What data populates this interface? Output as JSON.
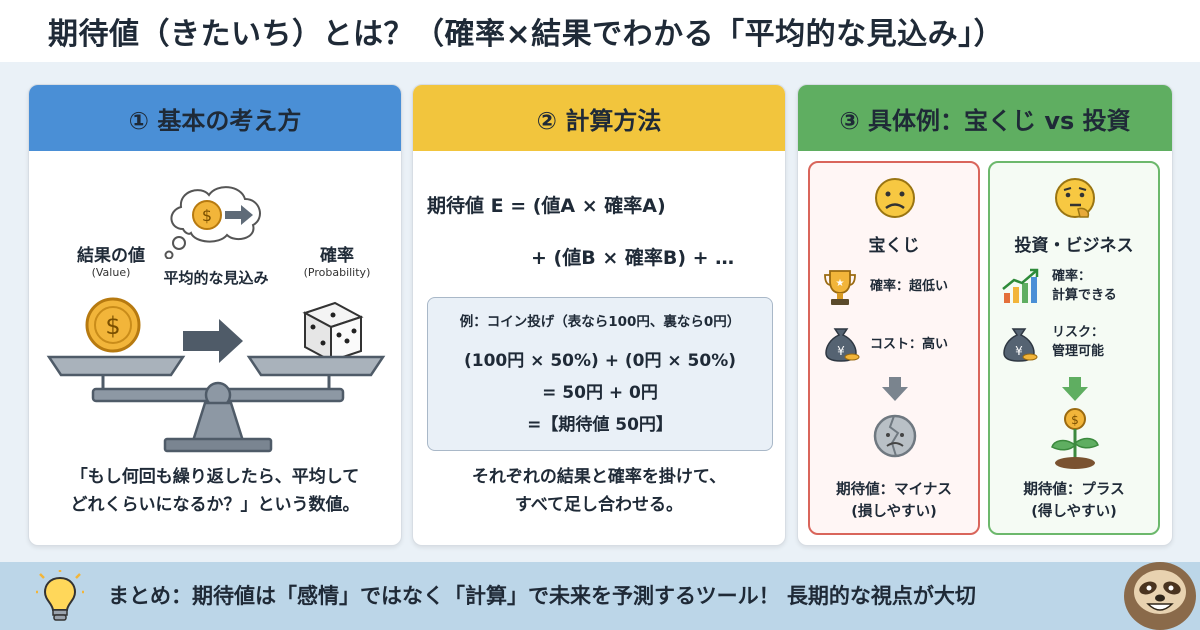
{
  "title": "期待値（きたいち）とは？（確率×結果でわかる「平均的な見込み」）",
  "panels": {
    "basic": {
      "heading": "① 基本の考え方",
      "value_label": "結果の値",
      "value_sub": "(Value)",
      "expectation_label": "平均的な見込み",
      "prob_label": "確率",
      "prob_sub": "(Probability)",
      "caption_line1": "「もし何回も繰り返したら、平均して",
      "caption_line2": "どれくらいになるか？」という数値。"
    },
    "calc": {
      "heading": "② 計算方法",
      "formula_line1": "期待値 E = (値A × 確率A)",
      "formula_line2": "+ (値B × 確率B) + …",
      "example_title": "例：コイン投げ（表なら100円、裏なら0円）",
      "example_line1": "(100円 × 50%) + (0円 × 50%)",
      "example_line2": "= 50円 + 0円",
      "example_line3": "=【期待値 50円】",
      "caption_line1": "それぞれの結果と確率を掛けて、",
      "caption_line2": "すべて足し合わせる。"
    },
    "example": {
      "heading": "③ 具体例：宝くじ vs 投資",
      "lottery": {
        "title": "宝くじ",
        "item1": "確率：超低い",
        "item2": "コスト：高い",
        "result_line1": "期待値：マイナス",
        "result_line2": "(損しやすい)"
      },
      "invest": {
        "title": "投資・ビジネス",
        "item1_line1": "確率：",
        "item1_line2": "計算できる",
        "item2_line1": "リスク：",
        "item2_line2": "管理可能",
        "result_line1": "期待値：プラス",
        "result_line2": "(得しやすい)"
      }
    }
  },
  "footer": {
    "text": "まとめ：期待値は「感情」ではなく「計算」で未来を予測するツール！ 長期的な視点が大切"
  },
  "colors": {
    "blue_header": "#4a8fd6",
    "yellow_header": "#f2c53d",
    "green_header": "#5fae61",
    "red_border": "#d9655b",
    "green_border": "#6cb86c",
    "footer_bg": "#bcd6e8"
  }
}
